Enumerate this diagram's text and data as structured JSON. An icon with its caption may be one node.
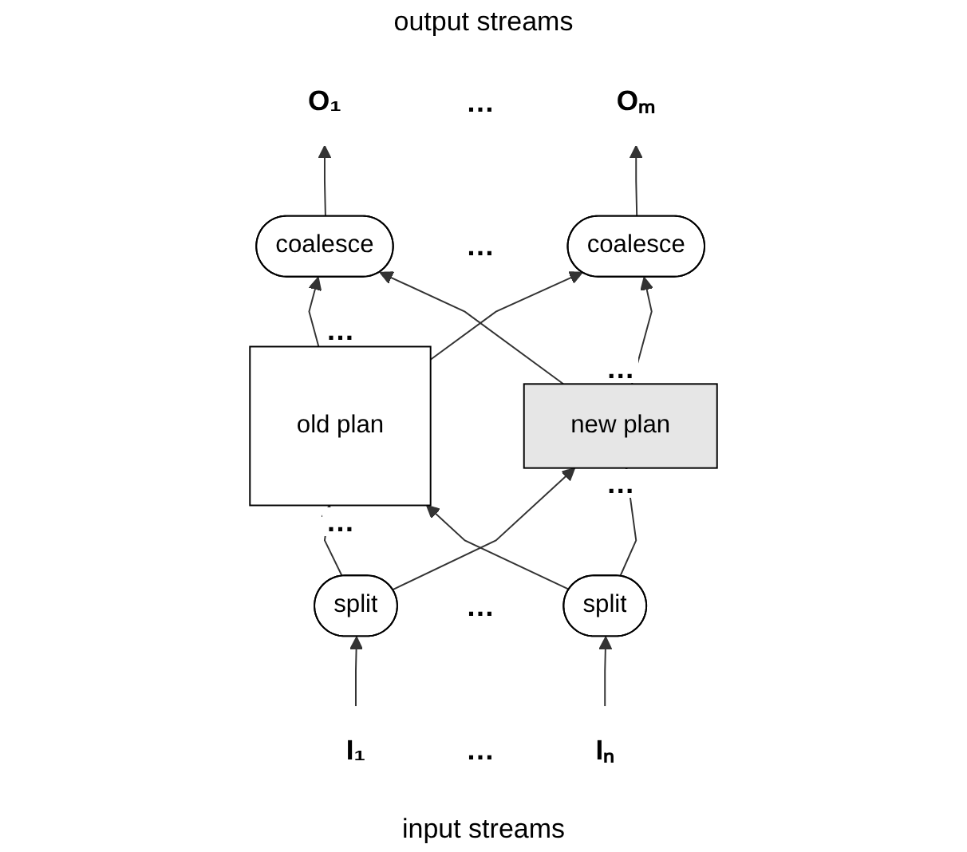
{
  "diagram": {
    "nodes": [
      {
        "text": [
          "O₁"
        ]
      },
      {
        "text": [
          "Oₘ"
        ]
      },
      {
        "text": [
          "coalesce"
        ]
      },
      {
        "text": [
          "coalesce"
        ]
      },
      {
        "text": [
          "old plan"
        ]
      },
      {
        "text": [
          "new plan"
        ]
      },
      {
        "text": [
          "split"
        ]
      },
      {
        "text": [
          "split"
        ]
      },
      {
        "text": [
          "I₁"
        ]
      },
      {
        "text": [
          "Iₙ"
        ]
      }
    ],
    "edges": [
      {
        "from": 2,
        "to": 0,
        "arrow": "to"
      },
      {
        "from": 3,
        "to": 1,
        "arrow": "to"
      },
      {
        "from": 4,
        "to": 2,
        "arrow": "to"
      },
      {
        "from": 4,
        "to": 3,
        "arrow": "to"
      },
      {
        "from": 5,
        "to": 2,
        "arrow": "to"
      },
      {
        "from": 5,
        "to": 3,
        "arrow": "to"
      },
      {
        "from": 6,
        "to": 4,
        "arrow": "to"
      },
      {
        "from": 6,
        "to": 5,
        "arrow": "to"
      },
      {
        "from": 7,
        "to": 4,
        "arrow": "to"
      },
      {
        "from": 7,
        "to": 5,
        "arrow": "to"
      },
      {
        "from": 8,
        "to": 6,
        "arrow": "to"
      },
      {
        "from": 9,
        "to": 7,
        "arrow": "to"
      }
    ],
    "labels": [
      "output streams",
      "…",
      "…",
      "…",
      "…",
      "…",
      "…",
      "…",
      "…",
      "input streams"
    ]
  }
}
